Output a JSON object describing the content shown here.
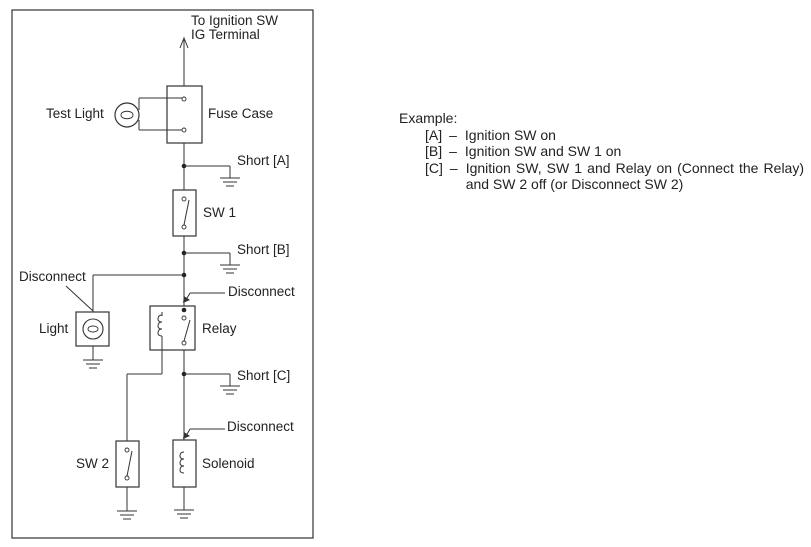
{
  "diagram": {
    "ignition_label_line1": "To Ignition SW",
    "ignition_label_line2": "IG Terminal",
    "test_light": "Test Light",
    "fuse_case": "Fuse Case",
    "short_a": "Short [A]",
    "sw1": "SW 1",
    "short_b": "Short [B]",
    "disconnect_light": "Disconnect",
    "disconnect_relay": "Disconnect",
    "light": "Light",
    "relay": "Relay",
    "short_c": "Short [C]",
    "disconnect_solenoid": "Disconnect",
    "sw2": "SW 2",
    "solenoid": "Solenoid"
  },
  "example": {
    "heading": "Example:",
    "items": [
      {
        "key": "[A]",
        "dash": "–",
        "text": "Ignition SW on"
      },
      {
        "key": "[B]",
        "dash": "–",
        "text": "Ignition SW and SW 1 on"
      },
      {
        "key": "[C]",
        "dash": "–",
        "text": "Ignition SW, SW 1 and Relay on (Connect the Relay) and SW 2 off (or Disconnect SW 2)"
      }
    ]
  }
}
